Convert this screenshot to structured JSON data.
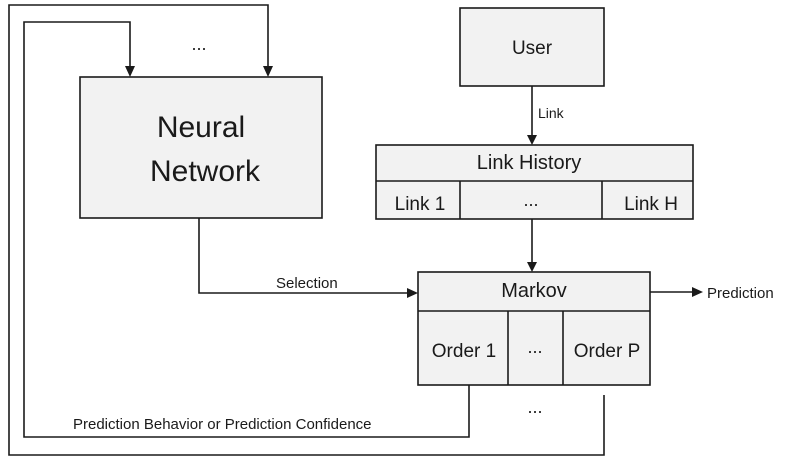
{
  "diagram": {
    "neural_network": {
      "line1": "Neural",
      "line2": "Network",
      "inputs_ellipsis": "..."
    },
    "user": {
      "label": "User"
    },
    "link_edge": {
      "label": "Link"
    },
    "link_history": {
      "title": "Link History",
      "cells": [
        "Link 1",
        "...",
        "Link H"
      ]
    },
    "selection_edge": {
      "label": "Selection"
    },
    "markov": {
      "title": "Markov",
      "cells": [
        "Order 1",
        "...",
        "Order P"
      ],
      "outputs_ellipsis": "..."
    },
    "prediction_edge": {
      "label": "Prediction"
    },
    "feedback_edge": {
      "label": "Prediction Behavior or Prediction Confidence"
    },
    "colors": {
      "box_fill": "#f2f2f2",
      "stroke": "#1a1a1a",
      "background": "#ffffff"
    }
  }
}
